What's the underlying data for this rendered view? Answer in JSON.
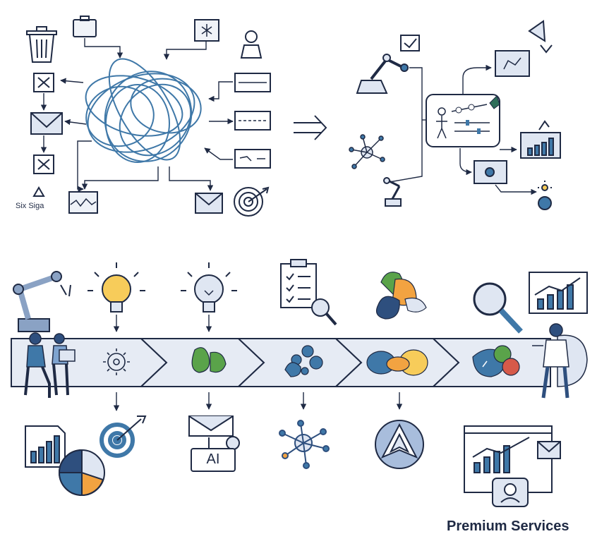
{
  "labels": {
    "six_sigma": "Six Siga",
    "ai_box": "AI",
    "footer": "Premium Services"
  },
  "colors": {
    "ink": "#1f2a44",
    "line_blue": "#3f78a8",
    "light_blue": "#dfe6f2",
    "panel": "#eef2f8",
    "orange": "#f2a341",
    "green": "#5aa34a",
    "yellow": "#f7cc5a",
    "navy": "#2e4f7e"
  },
  "icons": {
    "top_left": [
      "trash-icon",
      "briefcase-icon",
      "cross-box-icon",
      "envelope-icon",
      "bell-icon",
      "shield-icon",
      "target-icon",
      "tangle-icon"
    ],
    "top_right": [
      "robot-arm-icon",
      "network-icon",
      "dashboard-icon",
      "chart-icon",
      "lightbulb-icon"
    ],
    "bottom": [
      "robot-arm-icon",
      "lightbulb-icon",
      "clipboard-icon",
      "magnifier-icon",
      "person-icon",
      "pie-chart-icon",
      "target-icon",
      "envelope-icon",
      "network-icon",
      "triangle-badge-icon",
      "monitor-icon"
    ]
  }
}
